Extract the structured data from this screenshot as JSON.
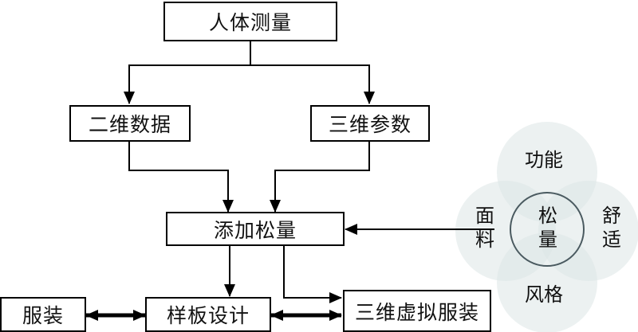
{
  "nodes": {
    "body_measure": "人体测量",
    "data_2d": "二维数据",
    "params_3d": "三维参数",
    "add_ease": "添加松量",
    "garment": "服装",
    "pattern_design": "样板设计",
    "virtual_3d": "三维虚拟服装"
  },
  "venn": {
    "center": "松量",
    "top": "功能",
    "left": "面料",
    "right": "舒适",
    "bottom": "风格"
  },
  "colors": {
    "stroke": "#000000",
    "circle_fill": "#dde6e6",
    "center_ring": "#4a5a60"
  }
}
